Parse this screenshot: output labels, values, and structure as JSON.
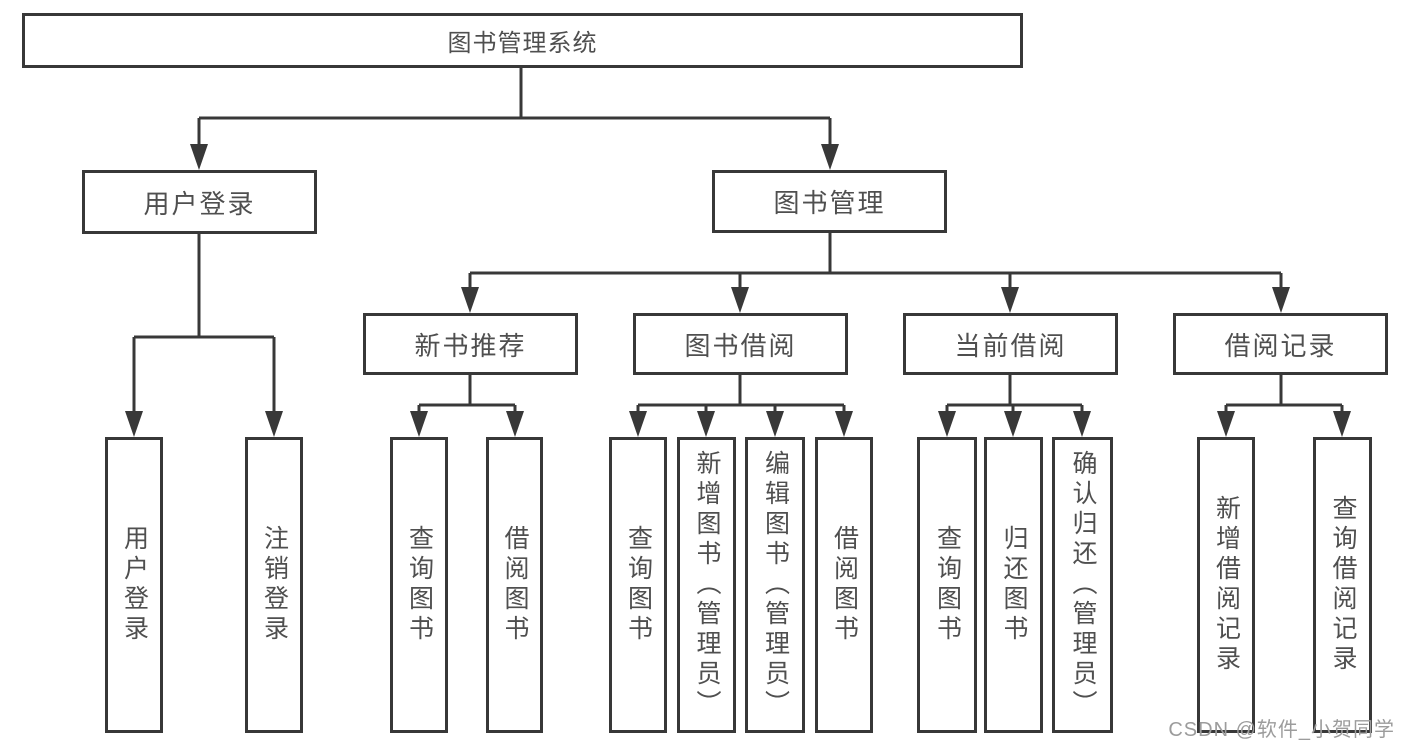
{
  "diagram": {
    "title_node": {
      "label": "图书管理系统"
    },
    "level1": [
      {
        "id": "user-login",
        "label": "用户登录"
      },
      {
        "id": "book-management",
        "label": "图书管理"
      }
    ],
    "level2": [
      {
        "id": "new-book-recommend",
        "label": "新书推荐"
      },
      {
        "id": "book-borrow",
        "label": "图书借阅"
      },
      {
        "id": "current-borrow",
        "label": "当前借阅"
      },
      {
        "id": "borrow-records",
        "label": "借阅记录"
      }
    ],
    "leaves": [
      {
        "group": "user-login",
        "label": "用户登录"
      },
      {
        "group": "user-login",
        "label": "注销登录"
      },
      {
        "group": "new-book-recommend",
        "label": "查询图书"
      },
      {
        "group": "new-book-recommend",
        "label": "借阅图书"
      },
      {
        "group": "book-borrow",
        "label": "查询图书"
      },
      {
        "group": "book-borrow",
        "label": "新增图书（管理员）"
      },
      {
        "group": "book-borrow",
        "label": "编辑图书（管理员）"
      },
      {
        "group": "book-borrow",
        "label": "借阅图书"
      },
      {
        "group": "current-borrow",
        "label": "查询图书"
      },
      {
        "group": "current-borrow",
        "label": "归还图书"
      },
      {
        "group": "current-borrow",
        "label": "确认归还（管理员）"
      },
      {
        "group": "borrow-records",
        "label": "新增借阅记录"
      },
      {
        "group": "borrow-records",
        "label": "查询借阅记录"
      }
    ],
    "watermark": "CSDN @软件_小贺同学",
    "colors": {
      "line": "#383838",
      "text": "#4f4f4f",
      "background": "#ffffff",
      "watermark": "#9c9c9c"
    }
  }
}
